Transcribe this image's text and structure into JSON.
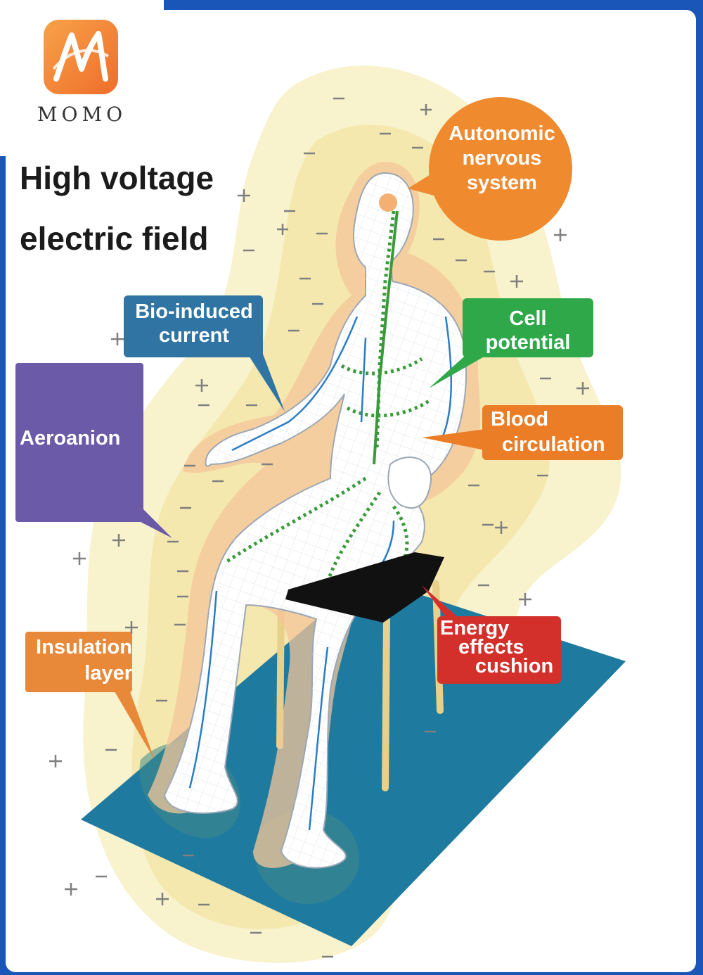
{
  "logo": {
    "brand": "MOMO",
    "glyph": "M"
  },
  "title": {
    "line1": "High voltage",
    "line2": "electric field"
  },
  "labels": {
    "autonomic": [
      "Autonomic",
      "nervous",
      "system"
    ],
    "bio_induced": [
      "Bio-induced",
      "current"
    ],
    "cell_potential": [
      "Cell",
      "potential"
    ],
    "blood_circulation": [
      "Blood",
      "circulation"
    ],
    "aeroanion": "Aeroanion",
    "insulation": [
      "Insulation",
      "layer"
    ],
    "energy_cushion": [
      "Energy",
      "effects",
      "cushion"
    ]
  },
  "colors": {
    "frame": "#1a56b8",
    "field_outer": "#f7f0c8",
    "field_inner": "#f3e7a3",
    "aura": "#f4c69a",
    "autonomic": "#ef8a2e",
    "bio_induced": "#2f74a3",
    "cell_potential": "#2fa84a",
    "blood_circulation": "#ea7d26",
    "aeroanion": "#6a5aa8",
    "insulation": "#e8893a",
    "energy_cushion": "#d4302b",
    "mat": "#1f7aa0",
    "cushion": "#1a1a1a",
    "nerves": "#3a9a3a",
    "blood_vessels": "#2a7dc4"
  }
}
